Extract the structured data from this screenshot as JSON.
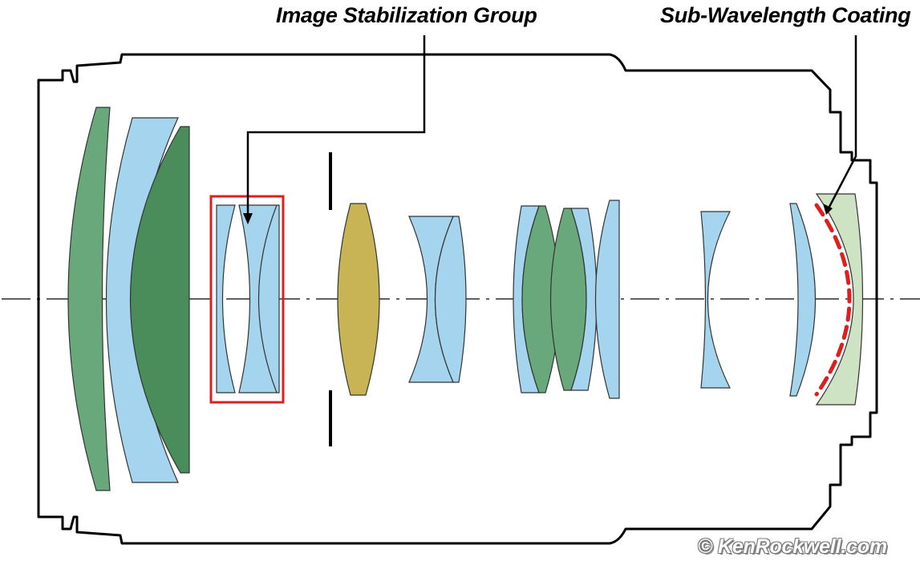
{
  "labels": {
    "image_stabilization": "Image Stabilization Group",
    "sub_wavelength_coating": "Sub-Wavelength Coating"
  },
  "watermark": "© KenRockwell.com",
  "colors": {
    "lens_green": "#68a87a",
    "lens_dark_green": "#4a8c5a",
    "lens_blue": "#a4d4ee",
    "lens_gold": "#c8b455",
    "lens_light_green": "#cde3c4",
    "highlight_red": "#e01e1e",
    "outline": "#000000"
  }
}
